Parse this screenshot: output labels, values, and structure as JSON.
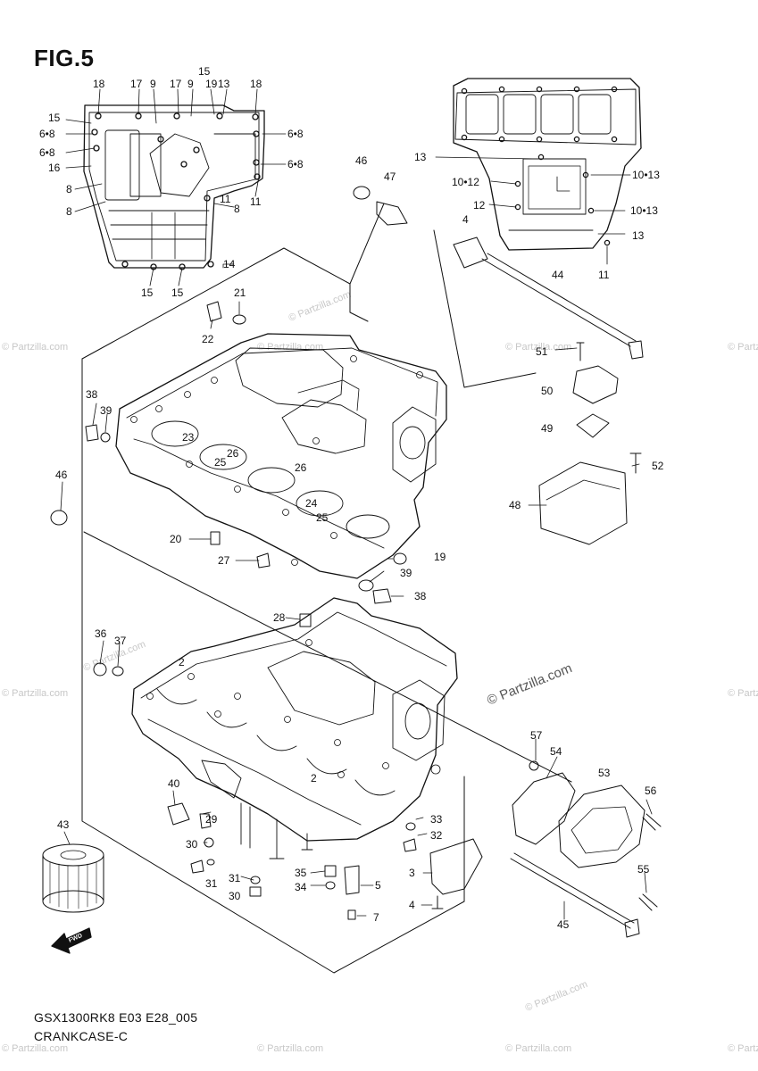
{
  "figure": {
    "title": "FIG.5",
    "model_code": "GSX1300RK8 E03 E28_005",
    "section_name": "CRANKCASE-C"
  },
  "direction_arrow": {
    "label": "FWD"
  },
  "watermarks": {
    "small_text": "© Partzilla.com",
    "large_text": "© Partzilla.com"
  },
  "callouts": [
    {
      "id": "c-fig5-18a",
      "text": "18"
    },
    {
      "id": "c-17a",
      "text": "17"
    },
    {
      "id": "c-9a",
      "text": "9"
    },
    {
      "id": "c-17b",
      "text": "17"
    },
    {
      "id": "c-9b",
      "text": "9"
    },
    {
      "id": "c-15top",
      "text": "15"
    },
    {
      "id": "c-19a",
      "text": "19"
    },
    {
      "id": "c-13a",
      "text": "13"
    },
    {
      "id": "c-18b",
      "text": "18"
    },
    {
      "id": "c-15l",
      "text": "15"
    },
    {
      "id": "c-68a",
      "text": "6•8"
    },
    {
      "id": "c-68b",
      "text": "6•8"
    },
    {
      "id": "c-16",
      "text": "16"
    },
    {
      "id": "c-8a",
      "text": "8"
    },
    {
      "id": "c-8b",
      "text": "8"
    },
    {
      "id": "c-68c",
      "text": "6•8"
    },
    {
      "id": "c-68d",
      "text": "6•8"
    },
    {
      "id": "c-11a",
      "text": "11"
    },
    {
      "id": "c-11b",
      "text": "11"
    },
    {
      "id": "c-8c",
      "text": "8"
    },
    {
      "id": "c-14",
      "text": "14"
    },
    {
      "id": "c-15b1",
      "text": "15"
    },
    {
      "id": "c-15b2",
      "text": "15"
    },
    {
      "id": "c-46a",
      "text": "46"
    },
    {
      "id": "c-47",
      "text": "47"
    },
    {
      "id": "c-13b",
      "text": "13"
    },
    {
      "id": "c-1012",
      "text": "10•12"
    },
    {
      "id": "c-12",
      "text": "12"
    },
    {
      "id": "c-1013a",
      "text": "10•13"
    },
    {
      "id": "c-1013b",
      "text": "10•13"
    },
    {
      "id": "c-13c",
      "text": "13"
    },
    {
      "id": "c-4a",
      "text": "4"
    },
    {
      "id": "c-44",
      "text": "44"
    },
    {
      "id": "c-11c",
      "text": "11"
    },
    {
      "id": "c-21",
      "text": "21"
    },
    {
      "id": "c-22",
      "text": "22"
    },
    {
      "id": "c-51",
      "text": "51"
    },
    {
      "id": "c-50",
      "text": "50"
    },
    {
      "id": "c-49",
      "text": "49"
    },
    {
      "id": "c-52",
      "text": "52"
    },
    {
      "id": "c-48",
      "text": "48"
    },
    {
      "id": "c-38a",
      "text": "38"
    },
    {
      "id": "c-39a",
      "text": "39"
    },
    {
      "id": "c-46b",
      "text": "46"
    },
    {
      "id": "c-23",
      "text": "23"
    },
    {
      "id": "c-26a",
      "text": "26"
    },
    {
      "id": "c-25a",
      "text": "25"
    },
    {
      "id": "c-26b",
      "text": "26"
    },
    {
      "id": "c-24",
      "text": "24"
    },
    {
      "id": "c-25b",
      "text": "25"
    },
    {
      "id": "c-20",
      "text": "20"
    },
    {
      "id": "c-27",
      "text": "27"
    },
    {
      "id": "c-19b",
      "text": "19"
    },
    {
      "id": "c-39b",
      "text": "39"
    },
    {
      "id": "c-38b",
      "text": "38"
    },
    {
      "id": "c-28",
      "text": "28"
    },
    {
      "id": "c-36",
      "text": "36"
    },
    {
      "id": "c-37",
      "text": "37"
    },
    {
      "id": "c-2a",
      "text": "2"
    },
    {
      "id": "c-2b",
      "text": "2"
    },
    {
      "id": "c-40",
      "text": "40"
    },
    {
      "id": "c-29",
      "text": "29"
    },
    {
      "id": "c-43",
      "text": "43"
    },
    {
      "id": "c-30a",
      "text": "30"
    },
    {
      "id": "c-31a",
      "text": "31"
    },
    {
      "id": "c-31b",
      "text": "31"
    },
    {
      "id": "c-30b",
      "text": "30"
    },
    {
      "id": "c-35",
      "text": "35"
    },
    {
      "id": "c-34",
      "text": "34"
    },
    {
      "id": "c-5",
      "text": "5"
    },
    {
      "id": "c-33",
      "text": "33"
    },
    {
      "id": "c-32",
      "text": "32"
    },
    {
      "id": "c-3",
      "text": "3"
    },
    {
      "id": "c-4b",
      "text": "4"
    },
    {
      "id": "c-7",
      "text": "7"
    },
    {
      "id": "c-57",
      "text": "57"
    },
    {
      "id": "c-54",
      "text": "54"
    },
    {
      "id": "c-53",
      "text": "53"
    },
    {
      "id": "c-56",
      "text": "56"
    },
    {
      "id": "c-55",
      "text": "55"
    },
    {
      "id": "c-45",
      "text": "45"
    }
  ],
  "colors": {
    "ink": "#111111",
    "watermark": "#c7c7c7",
    "background": "#ffffff"
  }
}
